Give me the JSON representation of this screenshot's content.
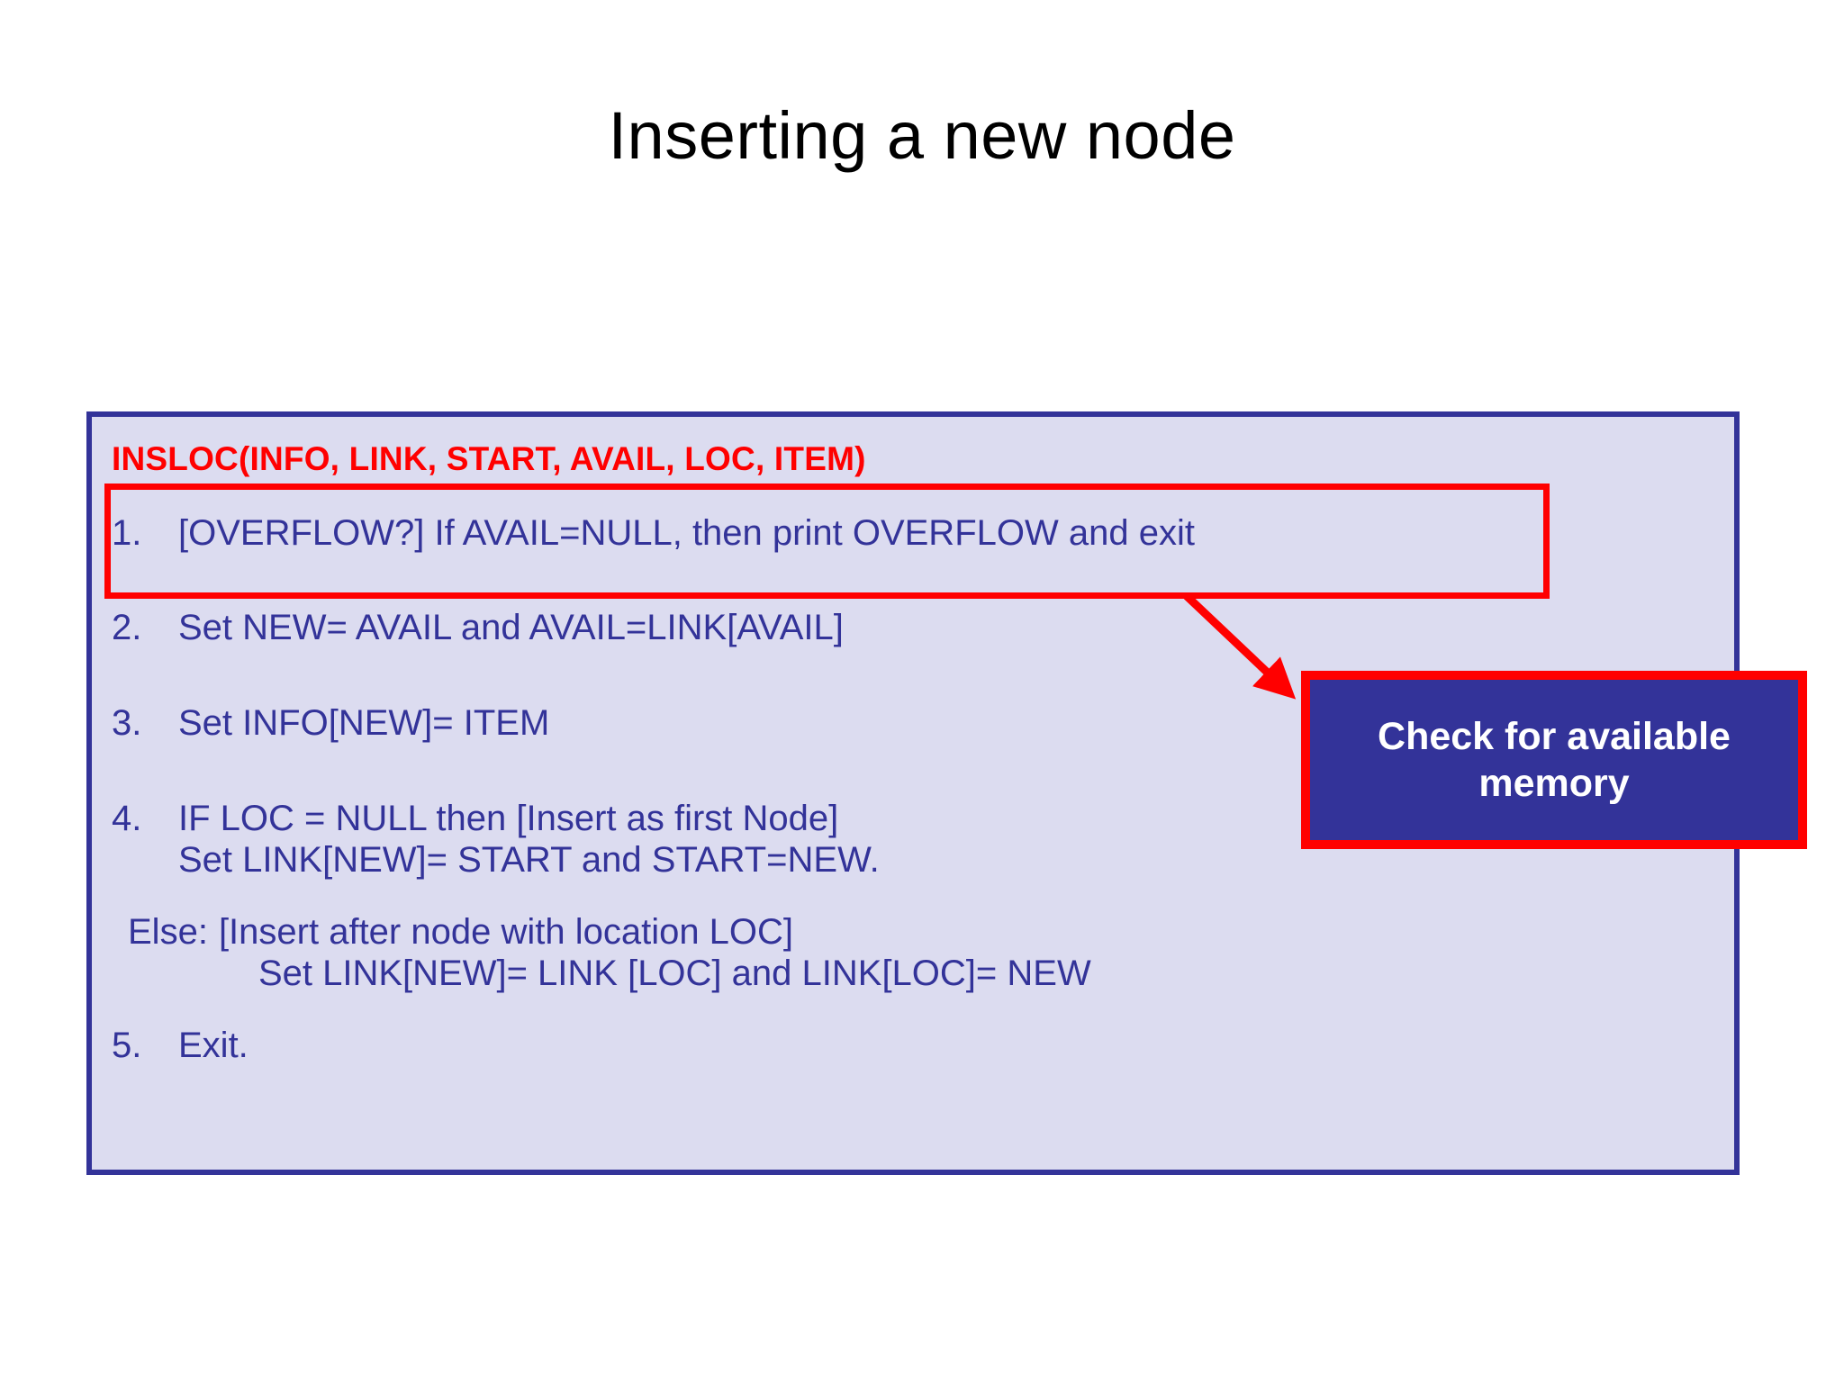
{
  "slide": {
    "title": "Inserting a new node",
    "background_color": "#ffffff"
  },
  "algorithm_panel": {
    "fill_color": "#dcdcf0",
    "border_color": "#333399",
    "header": "INSLOC(INFO, LINK, START, AVAIL, LOC, ITEM)",
    "header_color": "#ff0000",
    "text_color": "#333399",
    "steps": [
      {
        "number": "1.",
        "text": "[OVERFLOW?] If AVAIL=NULL, then print OVERFLOW and exit",
        "line2": "",
        "highlighted": true
      },
      {
        "number": "2.",
        "text": "Set NEW= AVAIL and AVAIL=LINK[AVAIL]",
        "line2": "",
        "highlighted": false
      },
      {
        "number": "3.",
        "text": "Set INFO[NEW]= ITEM",
        "line2": "",
        "highlighted": false
      },
      {
        "number": "4.",
        "text": "IF LOC = NULL then [Insert as first Node]",
        "line2": "Set LINK[NEW]= START and START=NEW.",
        "highlighted": false
      },
      {
        "number": "Else:",
        "text": "[Insert after node with location LOC]",
        "line2": "Set LINK[NEW]= LINK [LOC] and LINK[LOC]= NEW",
        "highlighted": false
      },
      {
        "number": "5.",
        "text": "Exit.",
        "line2": "",
        "highlighted": false
      }
    ],
    "highlight_color": "#ff0000"
  },
  "callout": {
    "text": "Check for available memory",
    "fill_color": "#333399",
    "border_color": "#ff0000",
    "text_color": "#ffffff",
    "arrow_color": "#ff0000"
  }
}
